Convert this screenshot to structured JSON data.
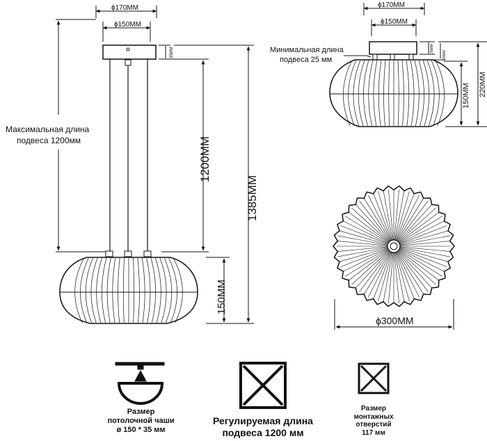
{
  "side_view": {
    "dim_outer": "ϕ170MM",
    "dim_inner": "ϕ150MM",
    "dim_canopy_h": "35MM",
    "dim_cable": "1200MM",
    "dim_total": "1385MM",
    "dim_shade": "150MM",
    "max_length_line1": "Максимальная длина",
    "max_length_line2": "подвеса 1200мм"
  },
  "ceiling_view": {
    "dim_outer": "ϕ170MM",
    "dim_inner": "ϕ150MM",
    "dim_canopy_h": "35MM",
    "dim_gap": "25MM",
    "dim_total": "220MM",
    "dim_shade": "150MM",
    "min_length_line1": "Минимальная длина",
    "min_length_line2": "подвеса 25 мм"
  },
  "top_view": {
    "dim_diameter": "ϕ300MM"
  },
  "icons": [
    {
      "line1": "Размер",
      "line2": "потолочной чаши",
      "line3": "ø 150 * 35 мм"
    },
    {
      "line1": "Регулируемая длина",
      "line2": "подвеса 1200 мм"
    },
    {
      "line1": "Размер",
      "line2": "монтажных",
      "line3": "отверстий",
      "line4": "117 мм"
    }
  ]
}
